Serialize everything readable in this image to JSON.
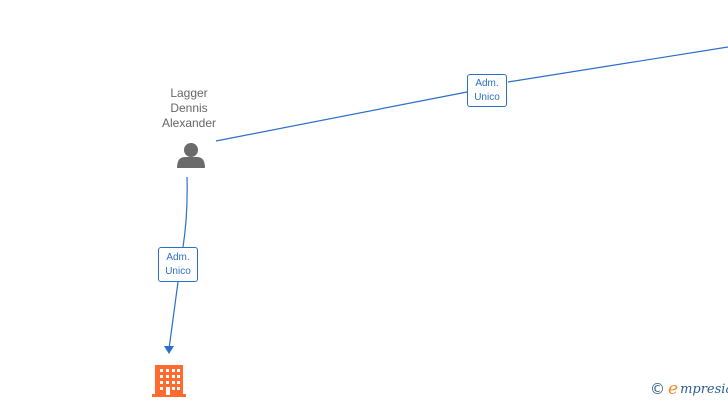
{
  "diagram": {
    "person": {
      "name_lines": [
        "Lagger",
        "Dennis",
        "Alexander"
      ],
      "icon": "person-icon"
    },
    "company_node": {
      "icon": "building-icon",
      "color": "#ff6a2e"
    },
    "edges": [
      {
        "label_lines": [
          "Adm.",
          "Unico"
        ],
        "target": "offscreen-right"
      },
      {
        "label_lines": [
          "Adm.",
          "Unico"
        ],
        "target": "company"
      }
    ],
    "colors": {
      "edge": "#2c6fc6",
      "person": "#6b6b6b",
      "text": "#666666"
    }
  },
  "branding": {
    "copyright_symbol": "©",
    "logo_initial": "e",
    "logo_rest": "mpresia"
  }
}
